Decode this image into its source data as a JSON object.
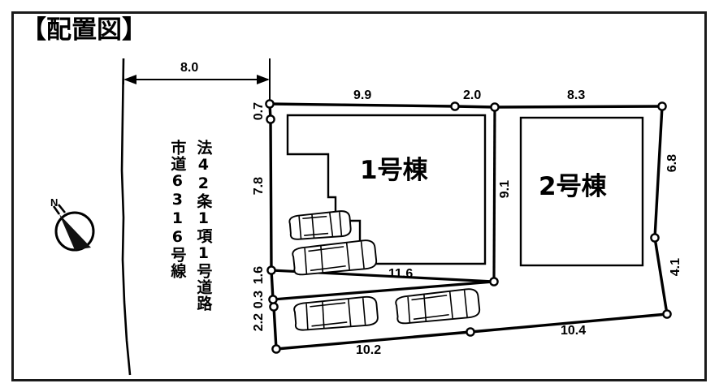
{
  "title": "【配置図】",
  "road": {
    "law_label": "法42条1項1号道路",
    "name_label": "市道6316号線",
    "setback_label": "8.0"
  },
  "compass": {
    "north_label": "N",
    "icon": "compass-rose-icon"
  },
  "buildings": [
    {
      "id": "bldg1",
      "label": "1号棟"
    },
    {
      "id": "bldg2",
      "label": "2号棟"
    }
  ],
  "dimensions": {
    "top_left_offset": "0.7",
    "top_lot1": "9.9",
    "top_gap": "2.0",
    "top_lot2": "8.3",
    "left_upper": "7.8",
    "left_mid": "1.6",
    "left_small": "0.3",
    "left_lower": "2.2",
    "middle_vertical": "9.1",
    "right_upper": "6.8",
    "right_lower": "4.1",
    "inner_bottom": "11.6",
    "bottom_left": "10.2",
    "bottom_right": "10.4"
  },
  "colors": {
    "line": "#000000",
    "frame": "#1a1a1a",
    "background": "#ffffff",
    "vertex_fill": "#ffffff"
  },
  "parking": {
    "car_count": 4,
    "cars": [
      {
        "name": "car-1"
      },
      {
        "name": "car-2"
      },
      {
        "name": "car-3"
      },
      {
        "name": "car-4"
      }
    ]
  }
}
